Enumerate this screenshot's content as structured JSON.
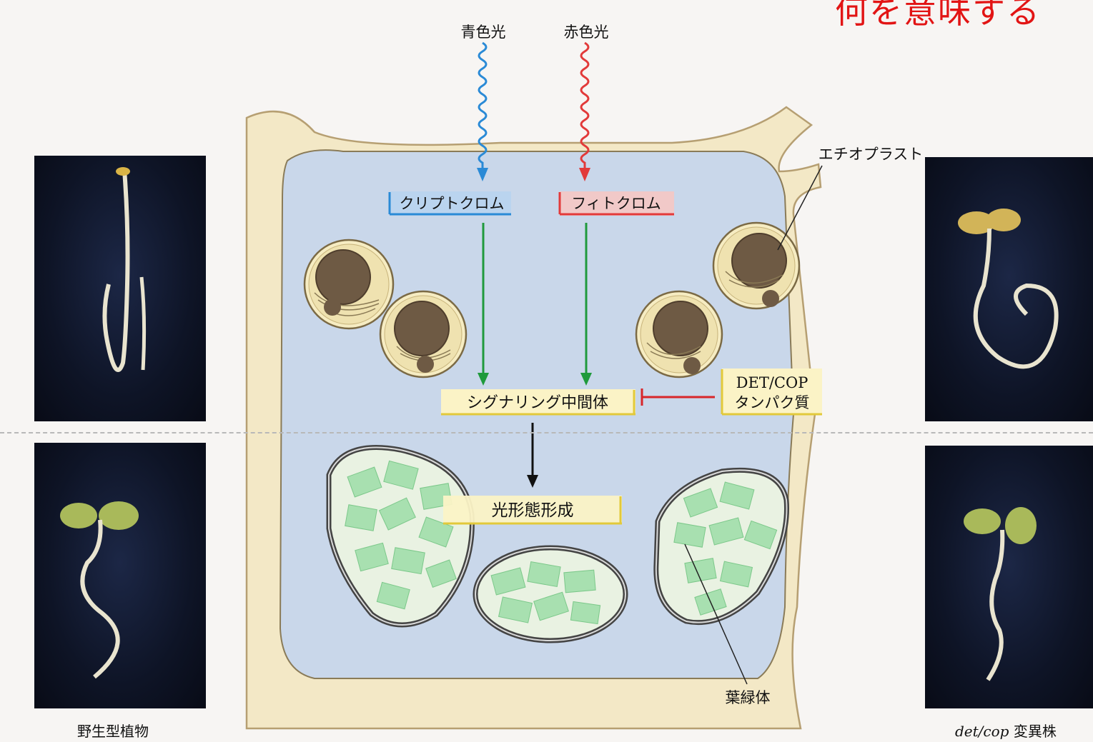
{
  "header": {
    "title_fragment": "何を意味する"
  },
  "light": {
    "blue_label": "青色光",
    "red_label": "赤色光"
  },
  "receptors": {
    "cryptochrome": "クリプトクロム",
    "phytochrome": "フィトクロム"
  },
  "intermediate": {
    "label": "シグナリング中間体"
  },
  "detcop": {
    "line1": "DET/COP",
    "line2": "タンパク質"
  },
  "output": {
    "label": "光形態形成"
  },
  "organelles": {
    "etioplast": "エチオプラスト",
    "chloroplast": "葉緑体"
  },
  "captions": {
    "wild_type": "野生型植物",
    "mutant_italic": "det/cop",
    "mutant_suffix": " 変異株"
  },
  "colors": {
    "blue_light": "#2a8ad6",
    "red_light": "#e23a3a",
    "signal_arrow": "#1f9a3c",
    "inhibition": "#d8262a",
    "cell_wall": "#f3e8c6",
    "cell_interior": "#c9d7ea",
    "chloroplast_green": "#a8e0b0"
  }
}
